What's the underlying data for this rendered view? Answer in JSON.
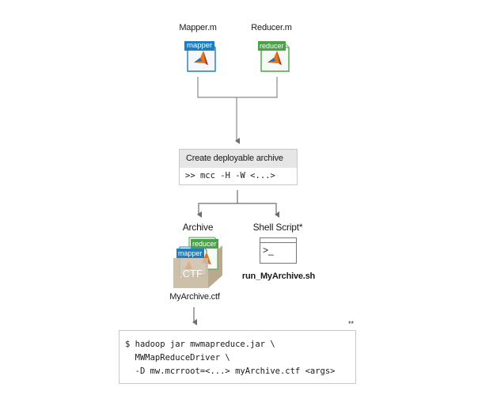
{
  "inputs": {
    "mapper": {
      "filename": "Mapper.m",
      "tag": "mapper",
      "color": "#1f7ec1"
    },
    "reducer": {
      "filename": "Reducer.m",
      "tag": "reducer",
      "color": "#48a347"
    }
  },
  "create_step": {
    "title": "Create deployable archive",
    "command": ">> mcc -H -W <...>"
  },
  "outputs": {
    "archive": {
      "heading": "Archive",
      "badge": ".CTF",
      "filename": "MyArchive.ctf",
      "tags": [
        "mapper",
        "reducer"
      ]
    },
    "shell_script": {
      "heading": "Shell Script*",
      "prompt": ">_",
      "filename": "run_MyArchive.sh"
    }
  },
  "run_step": {
    "footnote": "**",
    "lines": [
      "$ hadoop jar mwmapreduce.jar \\",
      "  MWMapReduceDriver \\",
      "  -D mw.mcrroot=<...> myArchive.ctf <args>"
    ]
  },
  "colors": {
    "connector": "#7a7a7a",
    "box_border": "#c8c8c8",
    "header_bg": "#e6e6e6",
    "archive_box": "#cdbfa8"
  }
}
